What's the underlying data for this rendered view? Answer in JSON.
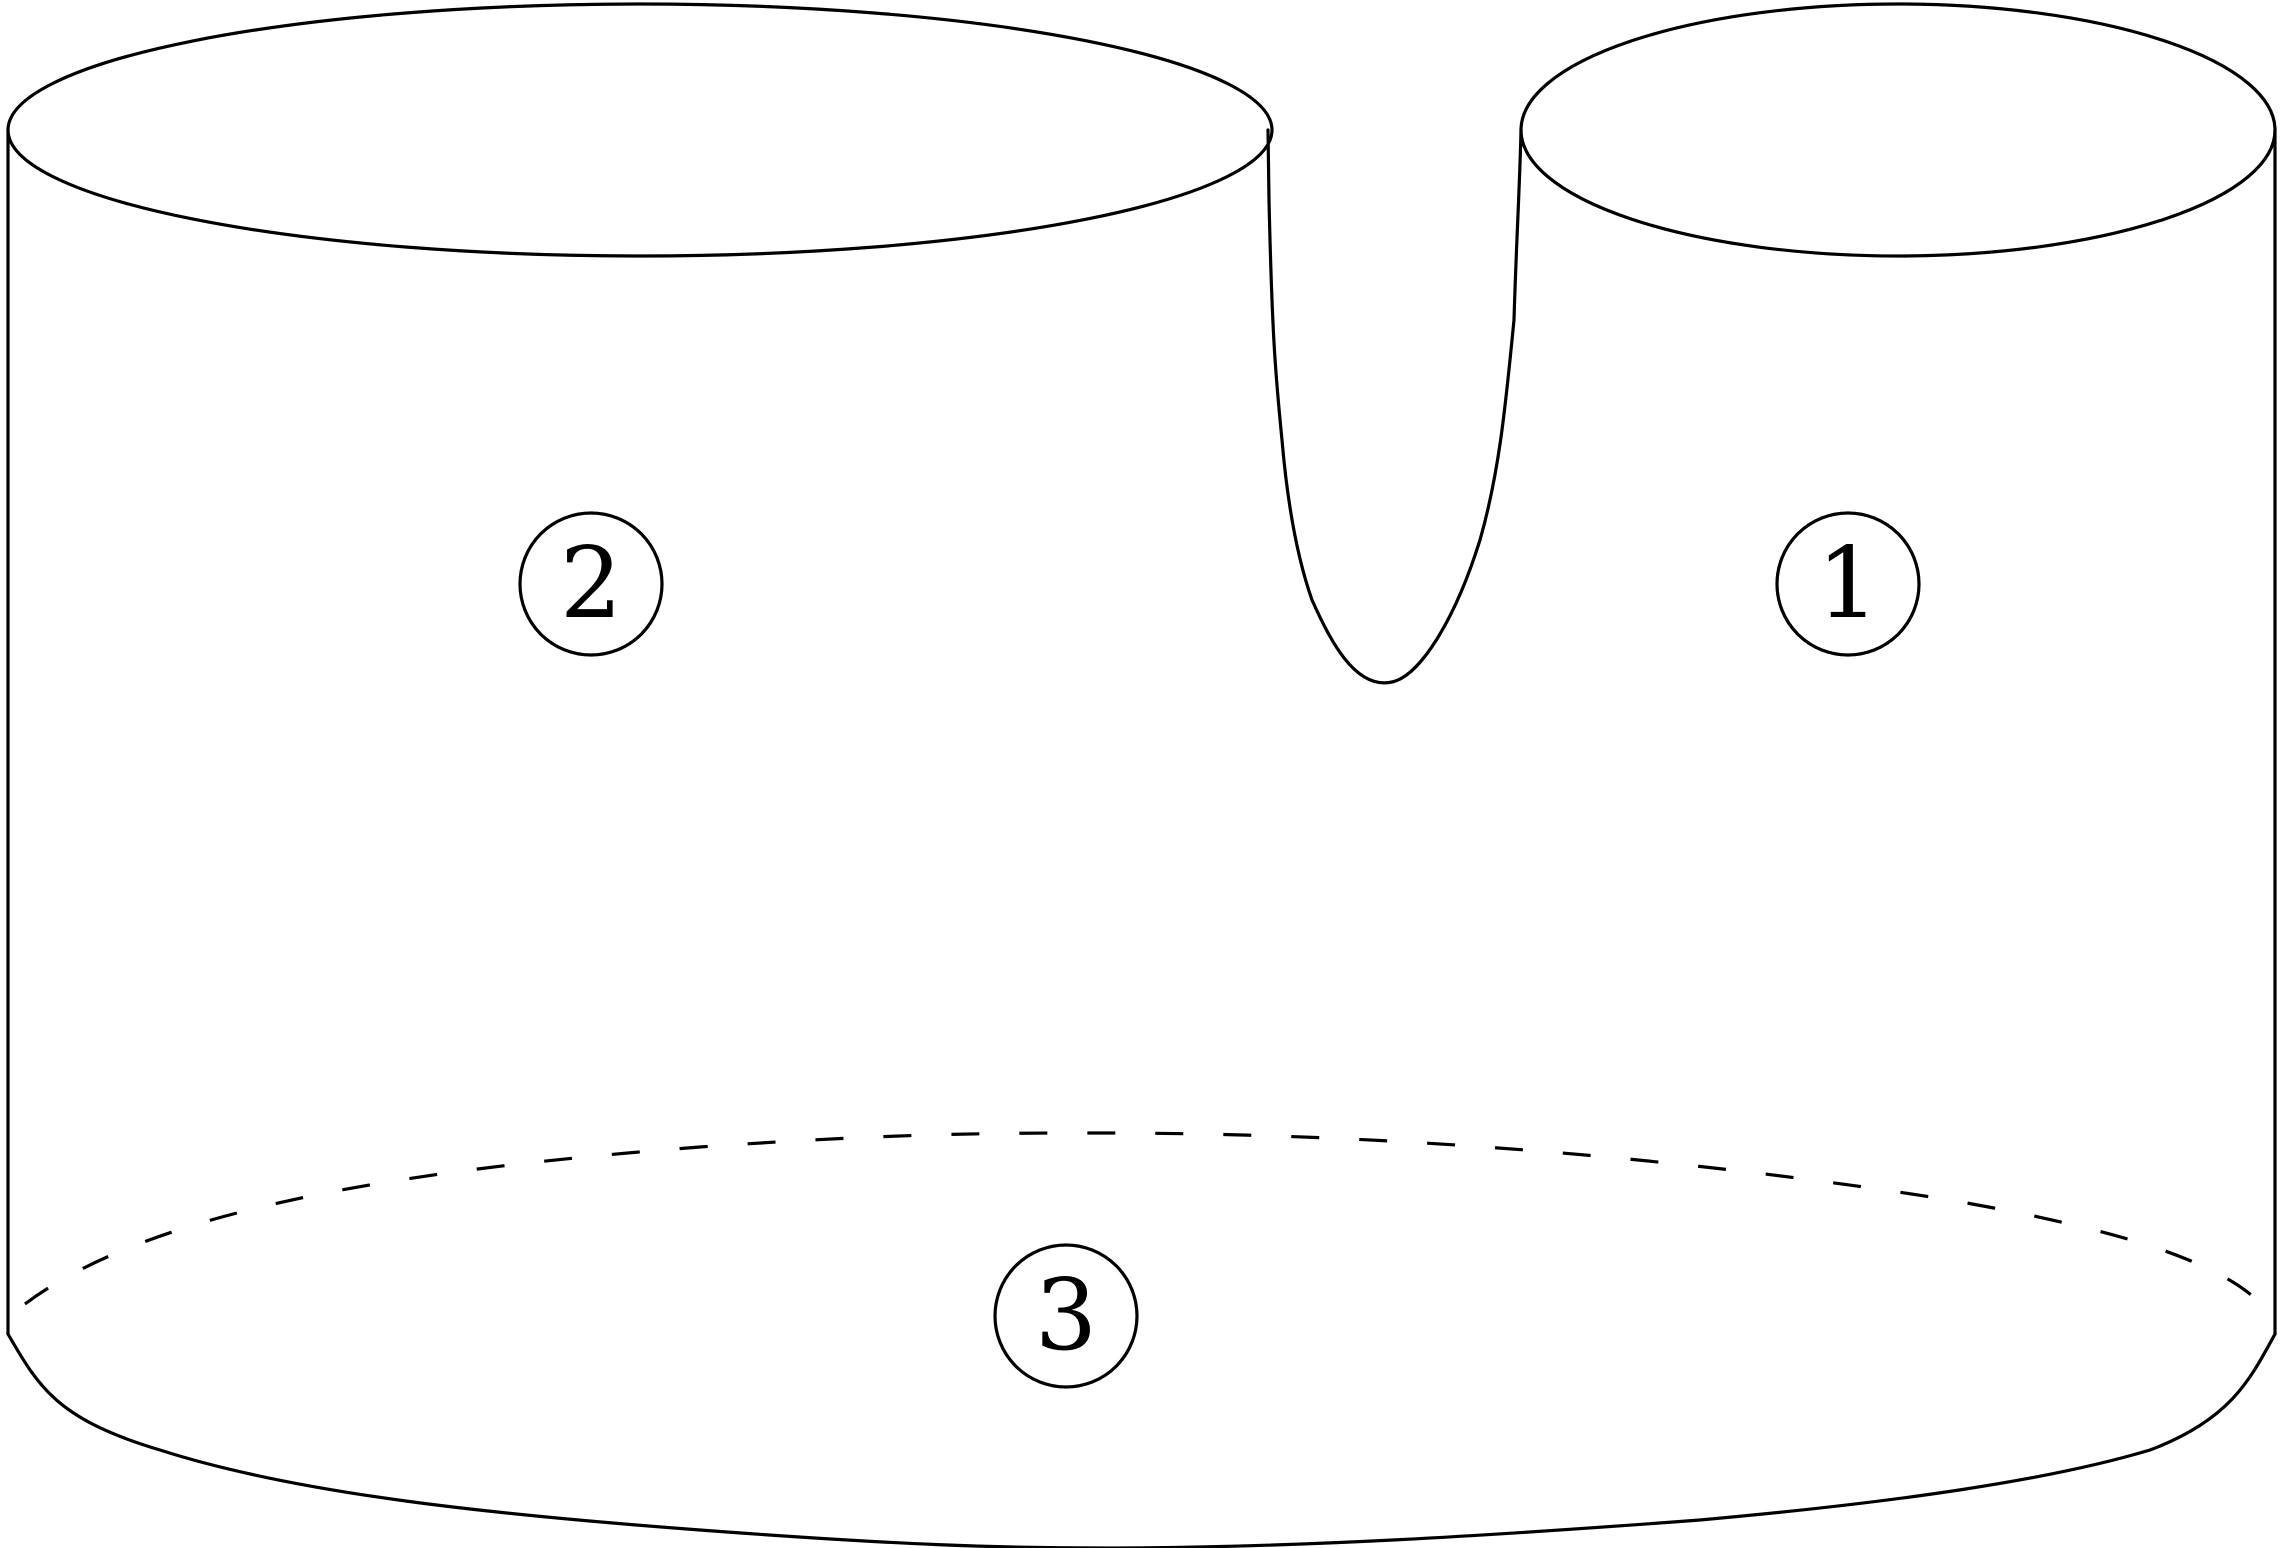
{
  "colors": {
    "stroke": "#000000",
    "background": "#ffffff"
  },
  "markers": [
    {
      "id": "marker-1",
      "label": "1"
    },
    {
      "id": "marker-2",
      "label": "2"
    },
    {
      "id": "marker-3",
      "label": "3"
    }
  ]
}
